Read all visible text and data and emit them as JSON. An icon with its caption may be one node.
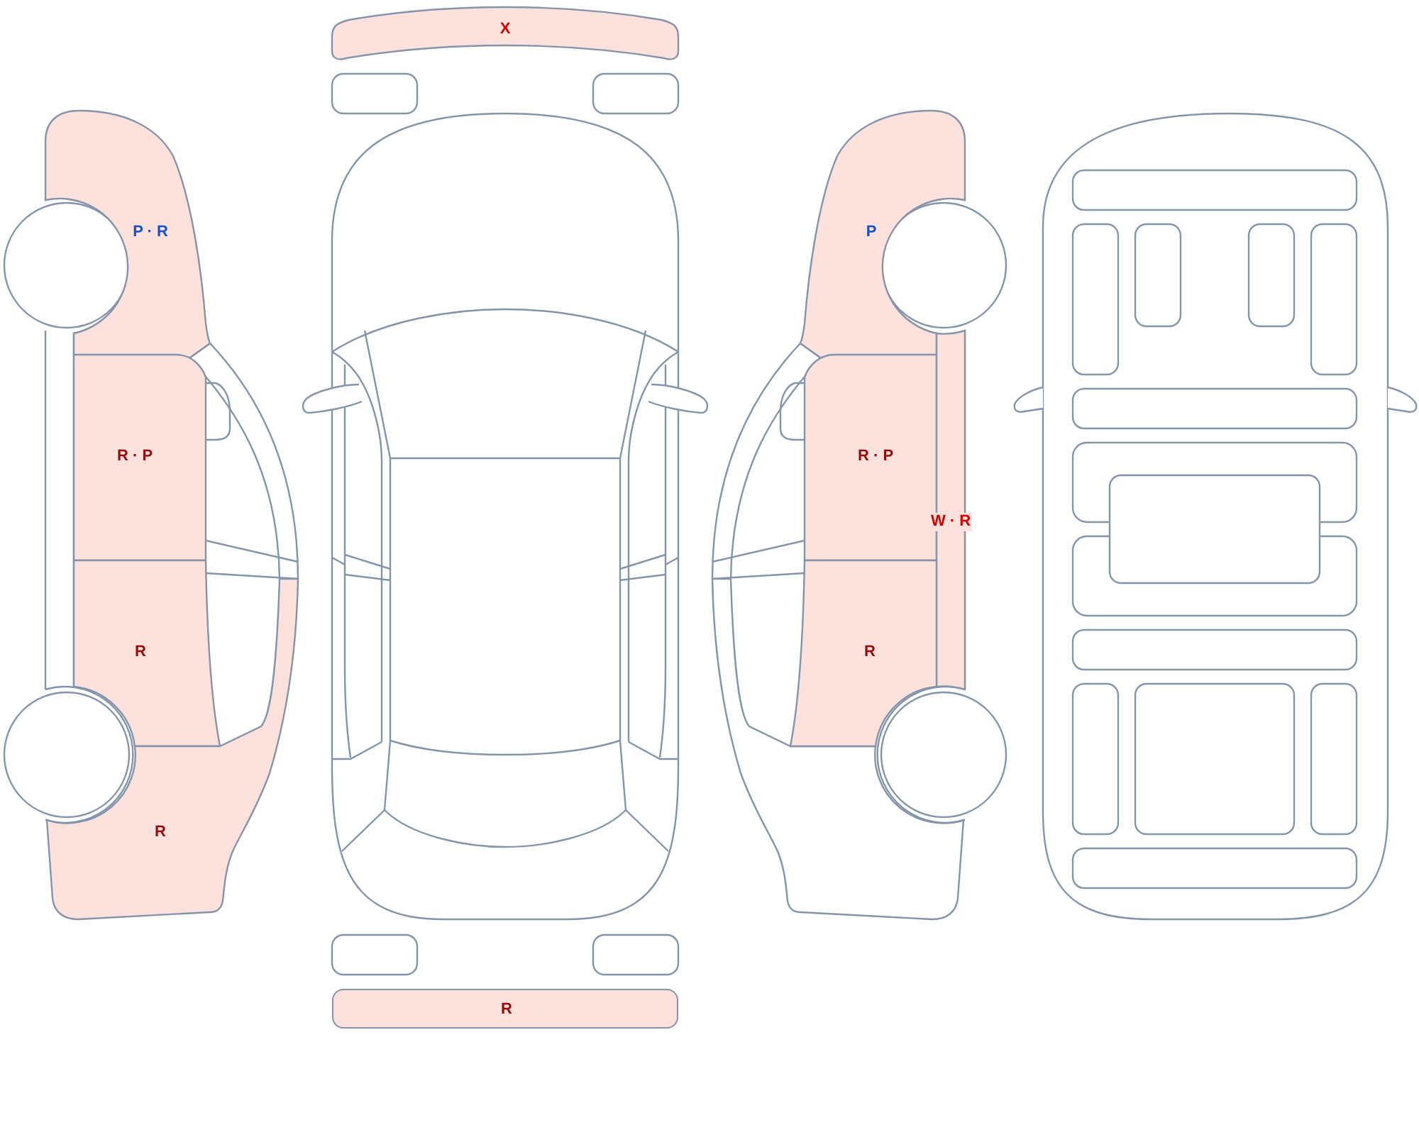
{
  "diagram": {
    "nodes": [
      {
        "text": [
          "X"
        ]
      },
      {
        "text": [
          "P · R"
        ]
      },
      {
        "text": [
          "R · P"
        ]
      },
      {
        "text": [
          "R"
        ]
      },
      {
        "text": [
          "R"
        ]
      },
      {
        "text": [
          "P"
        ]
      },
      {
        "text": [
          "R · P"
        ]
      },
      {
        "text": [
          "W · R"
        ]
      },
      {
        "text": [
          "R"
        ]
      },
      {
        "text": [
          "R"
        ]
      }
    ]
  }
}
